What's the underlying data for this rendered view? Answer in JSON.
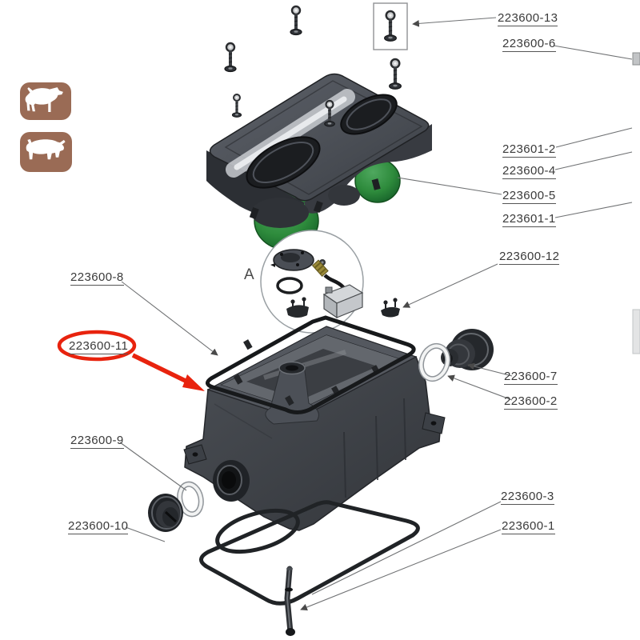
{
  "figure": {
    "type": "exploded-parts-diagram",
    "detail_marker": "A"
  },
  "colors": {
    "highlight_red": "#e8230e",
    "icon_brown": "#9a6b55",
    "float_green": "#2e8b3c",
    "part_gray": "#3e4247",
    "label_text": "#3a3a3a"
  },
  "annotations": {
    "highlighted_part": "223600-11"
  },
  "icons": {
    "horse": "horse-silhouette",
    "cow": "cow-silhouette"
  },
  "labels": {
    "p13": "223600-13",
    "p6": "223600-6",
    "p601_2": "223601-2",
    "p4": "223600-4",
    "p5": "223600-5",
    "p601_1": "223601-1",
    "p12": "223600-12",
    "p7": "223600-7",
    "p2": "223600-2",
    "p8": "223600-8",
    "p11": "223600-11",
    "p9": "223600-9",
    "p10": "223600-10",
    "p3": "223600-3",
    "p1": "223600-1"
  }
}
